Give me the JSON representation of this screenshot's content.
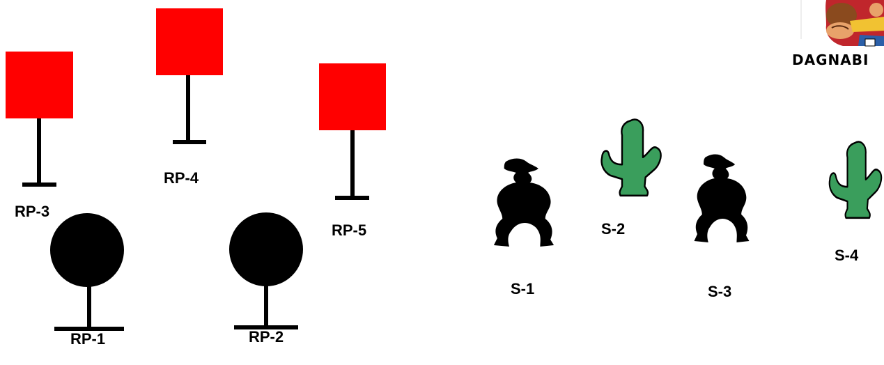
{
  "colors": {
    "background": "#ffffff",
    "plate_square": "#ff0000",
    "plate_round": "#000000",
    "stand": "#000000",
    "cactus": "#3a9e5c",
    "silhouette": "#000000"
  },
  "rifle_plates": [
    {
      "label": "RP-1",
      "shape": "circle",
      "color": "#000000"
    },
    {
      "label": "RP-2",
      "shape": "circle",
      "color": "#000000"
    },
    {
      "label": "RP-3",
      "shape": "square",
      "color": "#ff0000"
    },
    {
      "label": "RP-4",
      "shape": "square",
      "color": "#ff0000"
    },
    {
      "label": "RP-5",
      "shape": "square",
      "color": "#ff0000"
    }
  ],
  "shotgun_targets": [
    {
      "label": "S-1",
      "icon": "gunman-silhouette-icon"
    },
    {
      "label": "S-2",
      "icon": "cactus-icon"
    },
    {
      "label": "S-3",
      "icon": "gunman-silhouette-icon"
    },
    {
      "label": "S-4",
      "icon": "cactus-icon"
    }
  ],
  "logo": {
    "text": "DAGNABI",
    "icon": "cowboy-character-icon"
  }
}
